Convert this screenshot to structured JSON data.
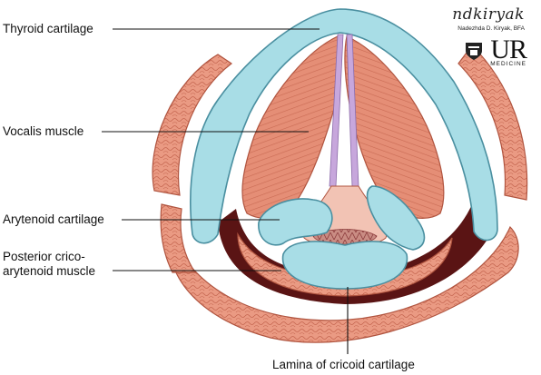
{
  "labels": {
    "thyroid": "Thyroid cartilage",
    "vocalis": "Vocalis muscle",
    "arytenoid": "Arytenoid cartilage",
    "pca_line1": "Posterior crico-",
    "pca_line2": "arytenoid muscle",
    "lamina": "Lamina of cricoid cartilage"
  },
  "credit": {
    "signature": "ndkiryak",
    "author": "Nadezhda D. Kiryak, BFA",
    "logo_text": "UR",
    "logo_sub": "MEDICINE",
    "logo_icon": "shield-seal-icon"
  },
  "colors": {
    "cartilage": "#a8dde6",
    "cartilage_outline": "#4a8fa0",
    "muscle": "#e58e76",
    "muscle_outline": "#b0543f",
    "lumen_dark": "#5a1414",
    "mucosa": "#f2c3b4",
    "vocal_ligament": "#c7a7dc",
    "outer_tissue": "#e88e76"
  }
}
